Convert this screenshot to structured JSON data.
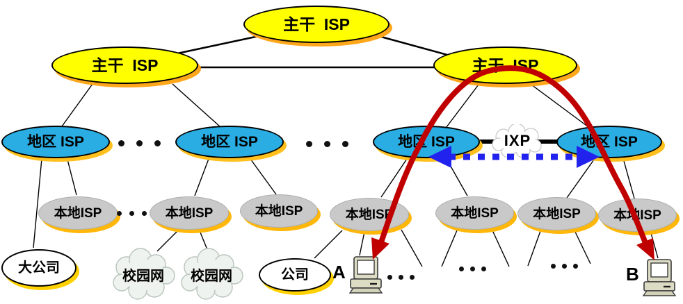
{
  "diagram": {
    "title": "互联网的层次结构 (ISP hierarchy with IXP)",
    "nodes": {
      "backbone_label": "主干  ISP",
      "regional_label": "地区 ISP",
      "local_label": "本地ISP",
      "big_company_label": "大公司",
      "campus_label": "校园网",
      "company_label": "公司",
      "ixp_label": "IXP",
      "host_a_label": "A",
      "host_b_label": "B"
    },
    "structure": {
      "backbone_count": 3,
      "regional_count": 4,
      "local_count": 7,
      "leaves": [
        "大公司",
        "校园网",
        "校园网",
        "公司",
        "A",
        "B"
      ],
      "ixp_connects": [
        "地区 ISP #3",
        "地区 ISP #4"
      ],
      "red_arrow_path": "A → 本地ISP → 地区ISP → 主干ISP → 地区ISP → 本地ISP → B",
      "blue_arrow_path": "地区ISP ↔ IXP ↔ 地区ISP"
    },
    "colors": {
      "backbone_fill": "#FFFF00",
      "regional_fill": "#29ADE3",
      "local_fill": "#C9C9C9",
      "leaf_fill": "#FFFFFF",
      "node_shadow": "#FFB80A",
      "red_path_arrow": "#C00000",
      "blue_ixp_arrow": "#2222EE",
      "connection_line": "#000000"
    }
  }
}
